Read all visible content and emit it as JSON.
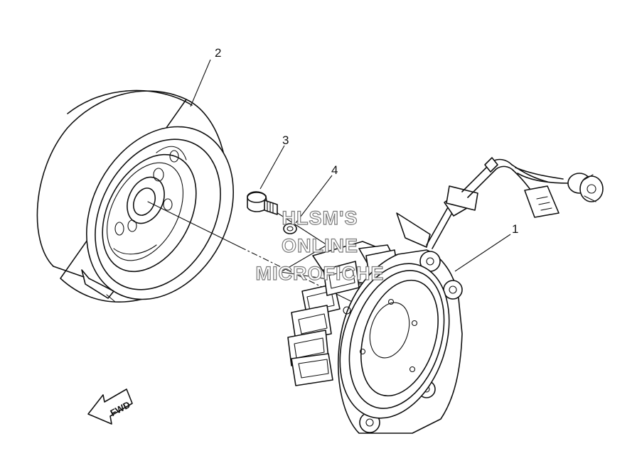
{
  "callouts": [
    {
      "id": "1",
      "label": "1"
    },
    {
      "id": "2",
      "label": "2"
    },
    {
      "id": "3",
      "label": "3"
    },
    {
      "id": "4",
      "label": "4"
    }
  ],
  "direction_arrow": {
    "label": "FWD",
    "icon": "fwd-arrow-icon"
  },
  "watermark": {
    "lines": [
      "HLSM'S",
      "ONLINE",
      "MICROFICHE"
    ]
  },
  "colors": {
    "line": "#111111",
    "background": "#ffffff",
    "watermark_outline": "#7a7a7a"
  }
}
